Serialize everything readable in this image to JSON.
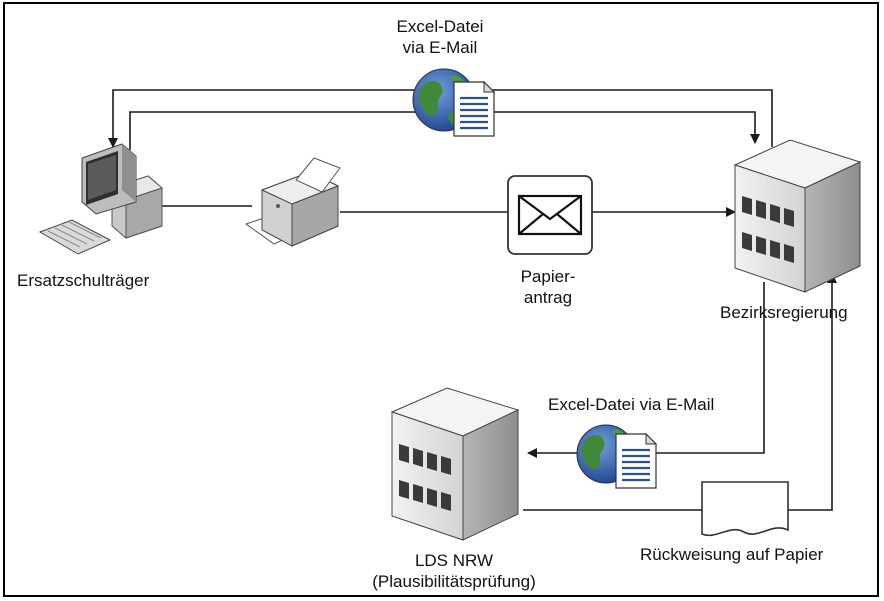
{
  "diagram": {
    "labels": {
      "excel_top_line1": "Excel-Datei",
      "excel_top_line2": "via E-Mail",
      "ersatzschultraeger": "Ersatzschulträger",
      "papier_line1": "Papier-",
      "papier_line2": "antrag",
      "bezirksregierung": "Bezirksregierung",
      "excel_bottom": "Excel-Datei via E-Mail",
      "lds_line1": "LDS NRW",
      "lds_line2": "(Plausibilitätsprüfung)",
      "rueckweisung": "Rückweisung auf Papier"
    },
    "colors": {
      "line": "#1a1a1a",
      "building_front": "#e3e3e3",
      "building_side": "#a9a9a9",
      "window": "#3a3a3a",
      "globe_ocean": "#2f5fa8",
      "globe_land": "#3f8a3a",
      "document_lines": "#2b4fa0"
    },
    "icons": [
      "computer-icon",
      "printer-icon",
      "envelope-icon",
      "globe-document-icon",
      "office-building-icon",
      "paper-document-icon"
    ]
  }
}
